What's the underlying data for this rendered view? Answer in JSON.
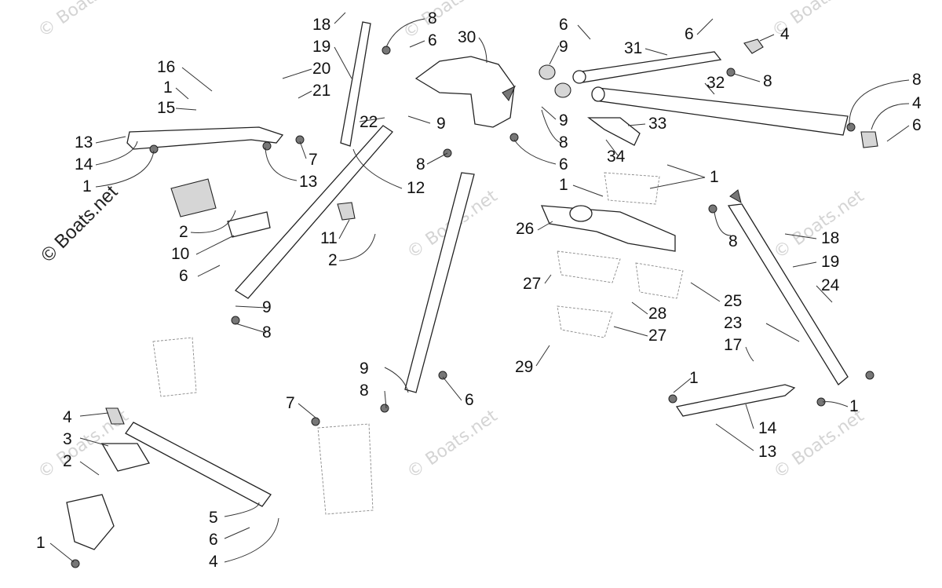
{
  "watermarks": {
    "main": "© Boats.net",
    "faint": "© Boats.net"
  },
  "callouts": [
    {
      "id": "c18a",
      "text": "18"
    },
    {
      "id": "c19a",
      "text": "19"
    },
    {
      "id": "c20",
      "text": "20"
    },
    {
      "id": "c21",
      "text": "21"
    },
    {
      "id": "c8a",
      "text": "8"
    },
    {
      "id": "c6a",
      "text": "6"
    },
    {
      "id": "c30",
      "text": "30"
    },
    {
      "id": "c6b",
      "text": "6"
    },
    {
      "id": "c9a",
      "text": "9"
    },
    {
      "id": "c31",
      "text": "31"
    },
    {
      "id": "c6c",
      "text": "6"
    },
    {
      "id": "c4a",
      "text": "4"
    },
    {
      "id": "c32",
      "text": "32"
    },
    {
      "id": "c8b",
      "text": "8"
    },
    {
      "id": "c8c",
      "text": "8"
    },
    {
      "id": "c4b",
      "text": "4"
    },
    {
      "id": "c6d",
      "text": "6"
    },
    {
      "id": "c16",
      "text": "16"
    },
    {
      "id": "c1a",
      "text": "1"
    },
    {
      "id": "c15",
      "text": "15"
    },
    {
      "id": "c13a",
      "text": "13"
    },
    {
      "id": "c14a",
      "text": "14"
    },
    {
      "id": "c1b",
      "text": "1"
    },
    {
      "id": "c7a",
      "text": "7"
    },
    {
      "id": "c13b",
      "text": "13"
    },
    {
      "id": "c22",
      "text": "22"
    },
    {
      "id": "c9b",
      "text": "9"
    },
    {
      "id": "c9c",
      "text": "9"
    },
    {
      "id": "c8d",
      "text": "8"
    },
    {
      "id": "c8e",
      "text": "8"
    },
    {
      "id": "c6e",
      "text": "6"
    },
    {
      "id": "c33",
      "text": "33"
    },
    {
      "id": "c34",
      "text": "34"
    },
    {
      "id": "c12",
      "text": "12"
    },
    {
      "id": "c1c",
      "text": "1"
    },
    {
      "id": "c1d",
      "text": "1"
    },
    {
      "id": "c2a",
      "text": "2"
    },
    {
      "id": "c10",
      "text": "10"
    },
    {
      "id": "c6f",
      "text": "6"
    },
    {
      "id": "c11",
      "text": "11"
    },
    {
      "id": "c2b",
      "text": "2"
    },
    {
      "id": "c26",
      "text": "26"
    },
    {
      "id": "c8f",
      "text": "8"
    },
    {
      "id": "c18b",
      "text": "18"
    },
    {
      "id": "c19b",
      "text": "19"
    },
    {
      "id": "c24",
      "text": "24"
    },
    {
      "id": "c27a",
      "text": "27"
    },
    {
      "id": "c25",
      "text": "25"
    },
    {
      "id": "c28",
      "text": "28"
    },
    {
      "id": "c27b",
      "text": "27"
    },
    {
      "id": "c23",
      "text": "23"
    },
    {
      "id": "c9d",
      "text": "9"
    },
    {
      "id": "c8g",
      "text": "8"
    },
    {
      "id": "c29",
      "text": "29"
    },
    {
      "id": "c17",
      "text": "17"
    },
    {
      "id": "c1e",
      "text": "1"
    },
    {
      "id": "c9e",
      "text": "9"
    },
    {
      "id": "c8h",
      "text": "8"
    },
    {
      "id": "c6g",
      "text": "6"
    },
    {
      "id": "c7b",
      "text": "7"
    },
    {
      "id": "c1f",
      "text": "1"
    },
    {
      "id": "c14b",
      "text": "14"
    },
    {
      "id": "c13c",
      "text": "13"
    },
    {
      "id": "c4c",
      "text": "4"
    },
    {
      "id": "c3",
      "text": "3"
    },
    {
      "id": "c2c",
      "text": "2"
    },
    {
      "id": "c5",
      "text": "5"
    },
    {
      "id": "c6h",
      "text": "6"
    },
    {
      "id": "c1g",
      "text": "1"
    },
    {
      "id": "c4d",
      "text": "4"
    }
  ]
}
